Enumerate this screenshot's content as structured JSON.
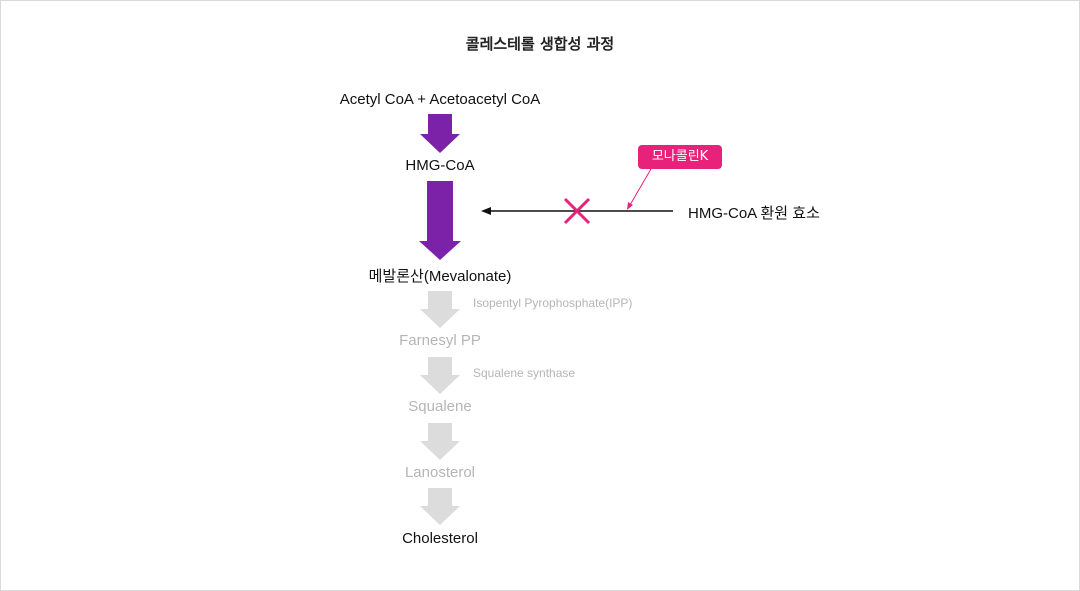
{
  "title": "콜레스테롤 생합성 과정",
  "nodes": {
    "acetyl": "Acetyl CoA + Acetoacetyl CoA",
    "hmgcoa": "HMG-CoA",
    "mevalonate": "메발론산(Mevalonate)",
    "farnesyl": "Farnesyl PP",
    "squalene": "Squalene",
    "lanosterol": "Lanosterol",
    "cholesterol": "Cholesterol"
  },
  "side_labels": {
    "ipp": "Isopentyl Pyrophosphate(IPP)",
    "synthase": "Squalene synthase"
  },
  "inhibition": {
    "enzyme": "HMG-CoA 환원 효소",
    "inhibitor": "모나콜린K"
  },
  "colors": {
    "active_arrow": "#7b22a8",
    "faded_arrow": "#dcdcdc",
    "inhibitor": "#e8217a"
  }
}
